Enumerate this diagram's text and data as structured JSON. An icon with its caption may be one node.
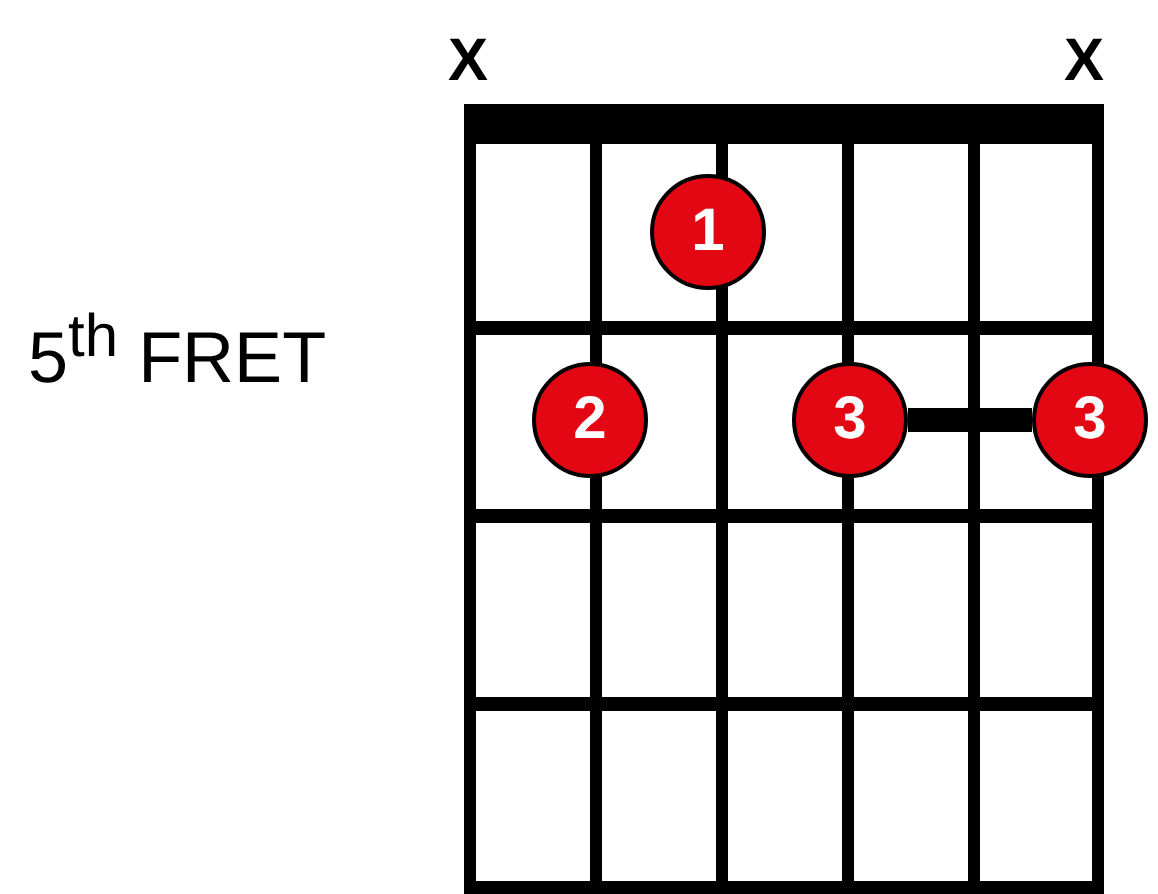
{
  "diagram": {
    "nodes": [
      {
        "text": [
          "1"
        ]
      },
      {
        "text": [
          "2"
        ]
      },
      {
        "text": [
          "3"
        ]
      },
      {
        "text": [
          "3"
        ]
      }
    ],
    "edges": [
      {
        "from": 2,
        "to": 3,
        "arrow": "none"
      }
    ],
    "labels": [
      "X",
      "X",
      "5$^{th}$ FRET"
    ]
  }
}
